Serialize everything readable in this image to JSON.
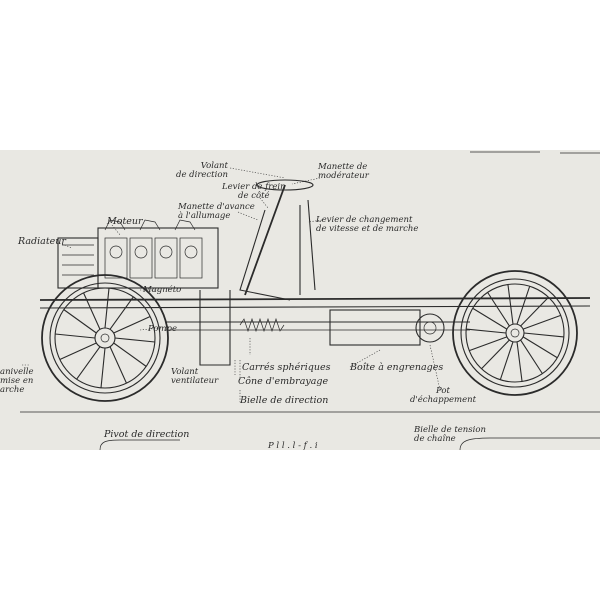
{
  "labels": {
    "volant_direction": "Volant\nde direction",
    "manette_moderateur": "Manette de\nmodérateur",
    "levier_frein_cote": "Levier de frein\nde côté",
    "manette_avance": "Manette d'avance\nà l'allumage",
    "levier_changement": "Levier de changement\nde vitesse et de marche",
    "moteur": "Moteur",
    "radiateur": "Radiateur",
    "magneto": "Magnéto",
    "pompe": "Pompe",
    "volant_ventilateur": "Volant\nventilateur",
    "carres_spheriques": "Carrés sphériques",
    "cone_embrayage": "Cône d'embrayage",
    "bielle_direction": "Bielle de direction",
    "boite_engrenages": "Boîte à engrenages",
    "pot_echappement": "Pot\nd'échappement",
    "manivelle": "anivelle\nmise en\narche",
    "pivot_direction": "Pivot de direction",
    "bielle_tension": "Bielle de tension\nde chaîne",
    "bottom_caption": "P  l  l  .  l  -  f  .  i"
  },
  "colors": {
    "paper": "#e9e8e3",
    "ink": "#2b2b2b",
    "page_background": "#ffffff"
  }
}
